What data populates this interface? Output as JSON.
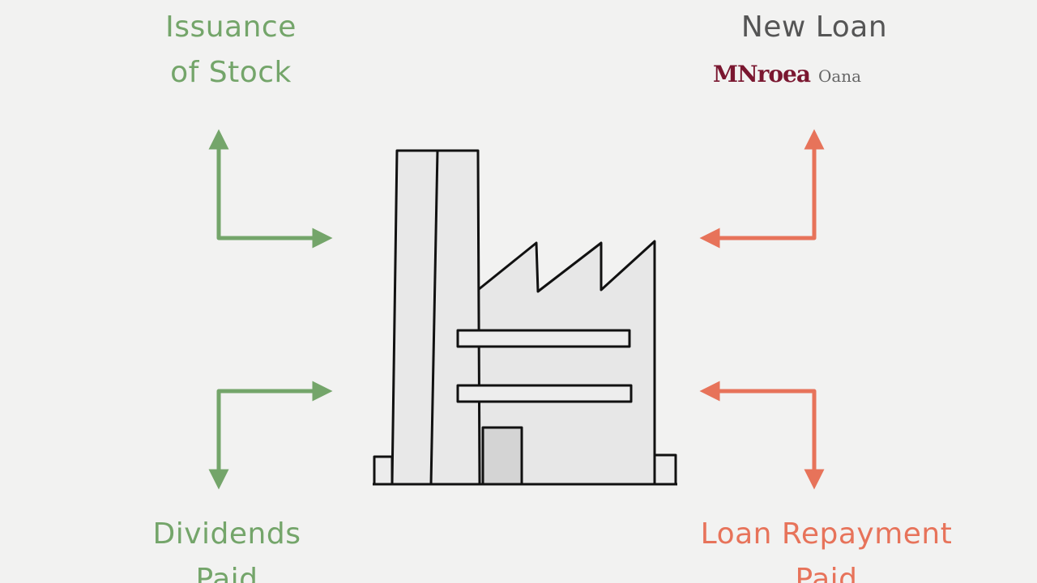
{
  "labels": {
    "issuance": [
      "Issuance",
      "of Stock"
    ],
    "new_loan": "New Loan",
    "scribble_main": "MNroea",
    "scribble_sub": "Oana",
    "dividends": [
      "Dividends",
      "Paid"
    ],
    "loan_repayment": [
      "Loan Repayment",
      "Paid"
    ]
  },
  "colors": {
    "inflow_green": "#74a56a",
    "outflow_red": "#e7735a",
    "outline": "#111111",
    "building_fill": "#e6e6e6",
    "background": "#f2f2f1"
  },
  "icons": {
    "center": "factory-icon"
  }
}
